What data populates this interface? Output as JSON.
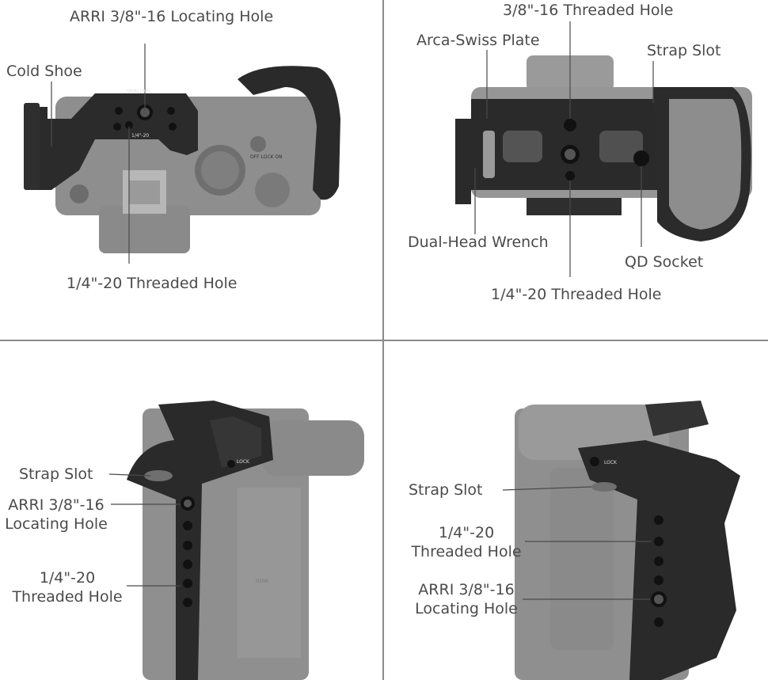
{
  "top_left": {
    "labels": {
      "arri_locating_hole": "ARRI 3/8\"-16 Locating Hole",
      "cold_shoe": "Cold Shoe",
      "threaded_hole": "1/4\"-20 Threaded Hole"
    },
    "engraving": {
      "brand": "SMALLRIG",
      "thread": "1/4\"-20",
      "lock_switch": "OFF LOCK ON"
    }
  },
  "top_right": {
    "labels": {
      "threaded_hole_38": "3/8\"-16 Threaded Hole",
      "arca_swiss_plate": "Arca-Swiss Plate",
      "strap_slot": "Strap Slot",
      "dual_head_wrench": "Dual-Head Wrench",
      "qd_socket": "QD Socket",
      "threaded_hole_14": "1/4\"-20 Threaded Hole"
    }
  },
  "bottom_left": {
    "labels": {
      "strap_slot": "Strap Slot",
      "arri_line1": "ARRI 3/8\"-16",
      "arri_line2": "Locating Hole",
      "threaded_line1": "1/4\"-20",
      "threaded_line2": "Threaded Hole"
    },
    "engraving": {
      "lock": "LOCK",
      "port": "HDMI"
    }
  },
  "bottom_right": {
    "labels": {
      "strap_slot": "Strap Slot",
      "threaded_line1": "1/4\"-20",
      "threaded_line2": "Threaded Hole",
      "arri_line1": "ARRI 3/8\"-16",
      "arri_line2": "Locating Hole"
    },
    "engraving": {
      "lock": "LOCK"
    }
  },
  "colors": {
    "cage": "#2b2b2b",
    "camera": "#8a8a8a",
    "camera_light": "#a3a3a3",
    "text": "#4b4b4b",
    "divider": "#8a8a8a"
  }
}
